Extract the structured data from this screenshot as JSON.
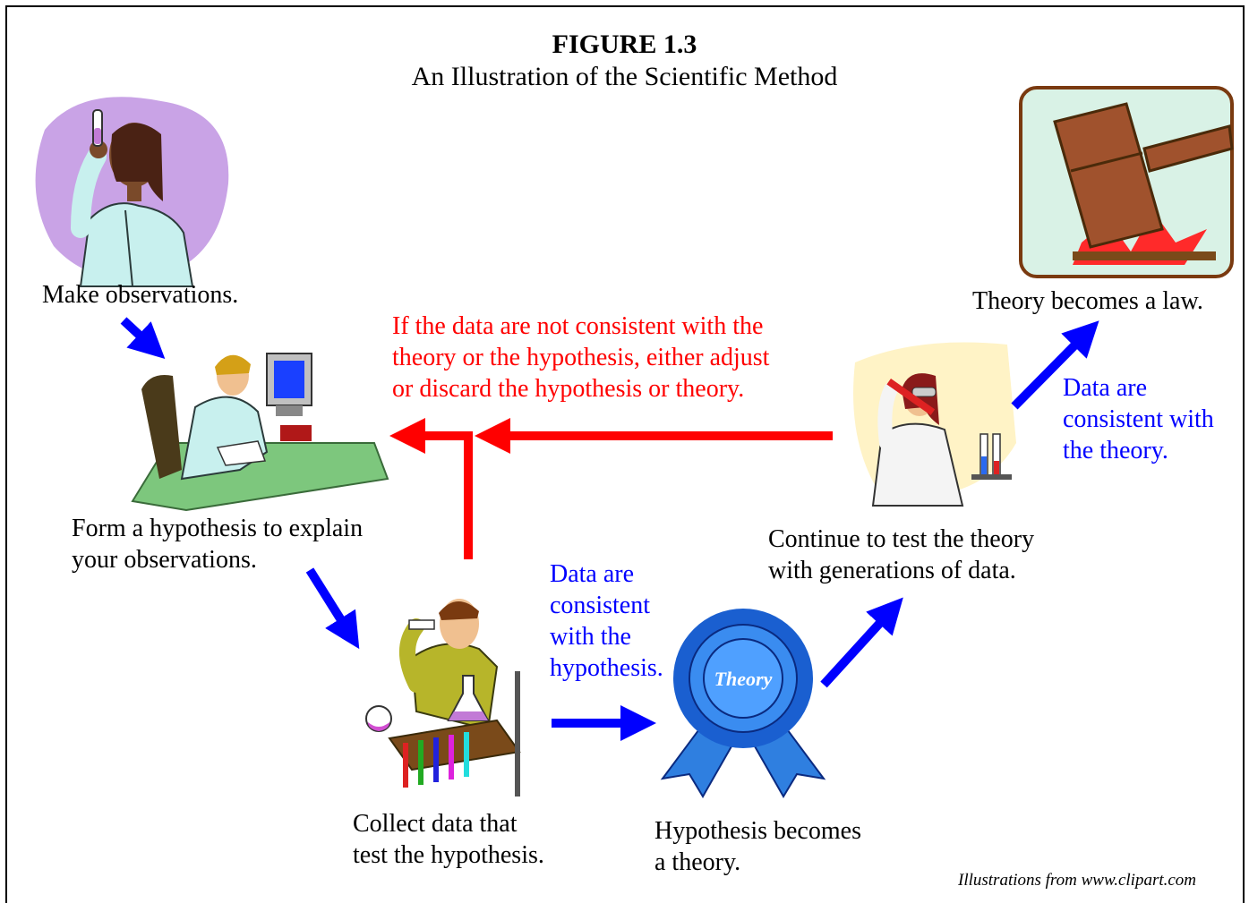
{
  "header": {
    "figure_number": "FIGURE 1.3",
    "figure_title": "An Illustration of the Scientific Method"
  },
  "steps": {
    "observe": "Make observations.",
    "hypothesis": [
      "Form a hypothesis to explain",
      "your observations."
    ],
    "collect": [
      "Collect data that",
      "test the hypothesis."
    ],
    "becomes_theory": [
      "Hypothesis becomes",
      "a theory."
    ],
    "continue_testing": [
      "Continue to test the theory",
      "with generations of data."
    ],
    "becomes_law": "Theory becomes a law."
  },
  "annotations": {
    "consistent_hypothesis": [
      "Data are",
      "consistent",
      "with the",
      "hypothesis."
    ],
    "consistent_theory": [
      "Data are",
      "consistent with",
      "the theory."
    ],
    "inconsistent": [
      "If the data are not consistent with the",
      "theory or the hypothesis, either adjust",
      "or discard the hypothesis or theory."
    ]
  },
  "ribbon_text": "Theory",
  "credit": "Illustrations from www.clipart.com",
  "colors": {
    "positive_arrow": "#0000ff",
    "negative_arrow": "#ff0000",
    "annotation_blue": "#0000ff",
    "annotation_red": "#ff0000"
  },
  "icons": [
    "woman-scientist-icon",
    "man-at-desk-icon",
    "scientist-test-tubes-icon",
    "theory-ribbon-icon",
    "woman-chemist-icon",
    "gavel-icon"
  ]
}
